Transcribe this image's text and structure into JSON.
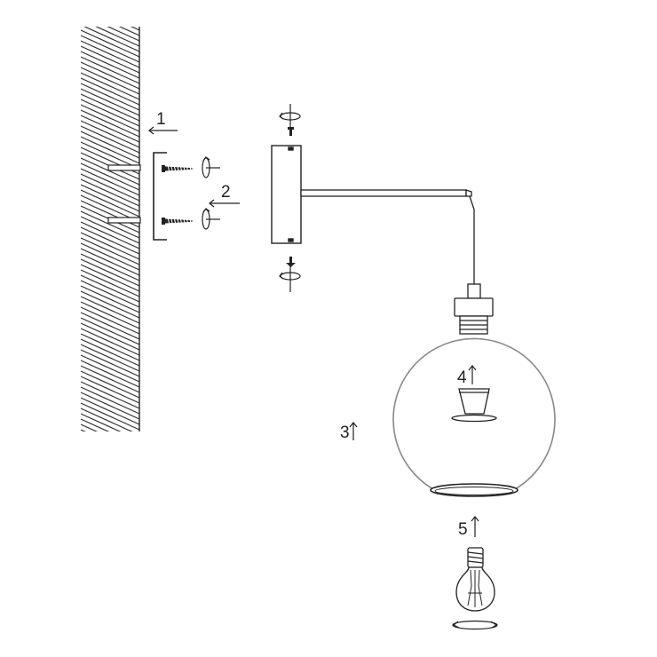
{
  "diagram": {
    "steps": [
      {
        "label": "1"
      },
      {
        "label": "2"
      },
      {
        "label": "3"
      },
      {
        "label": "4"
      },
      {
        "label": "5"
      }
    ]
  },
  "colors": {
    "line": "#222222",
    "glass": "#888888"
  },
  "icons": [
    "wall-hatch",
    "screw-icon",
    "rotate-arrow-icon",
    "arrow-icon",
    "light-bulb-icon",
    "globe-shade",
    "lamp-socket",
    "mounting-plate"
  ]
}
